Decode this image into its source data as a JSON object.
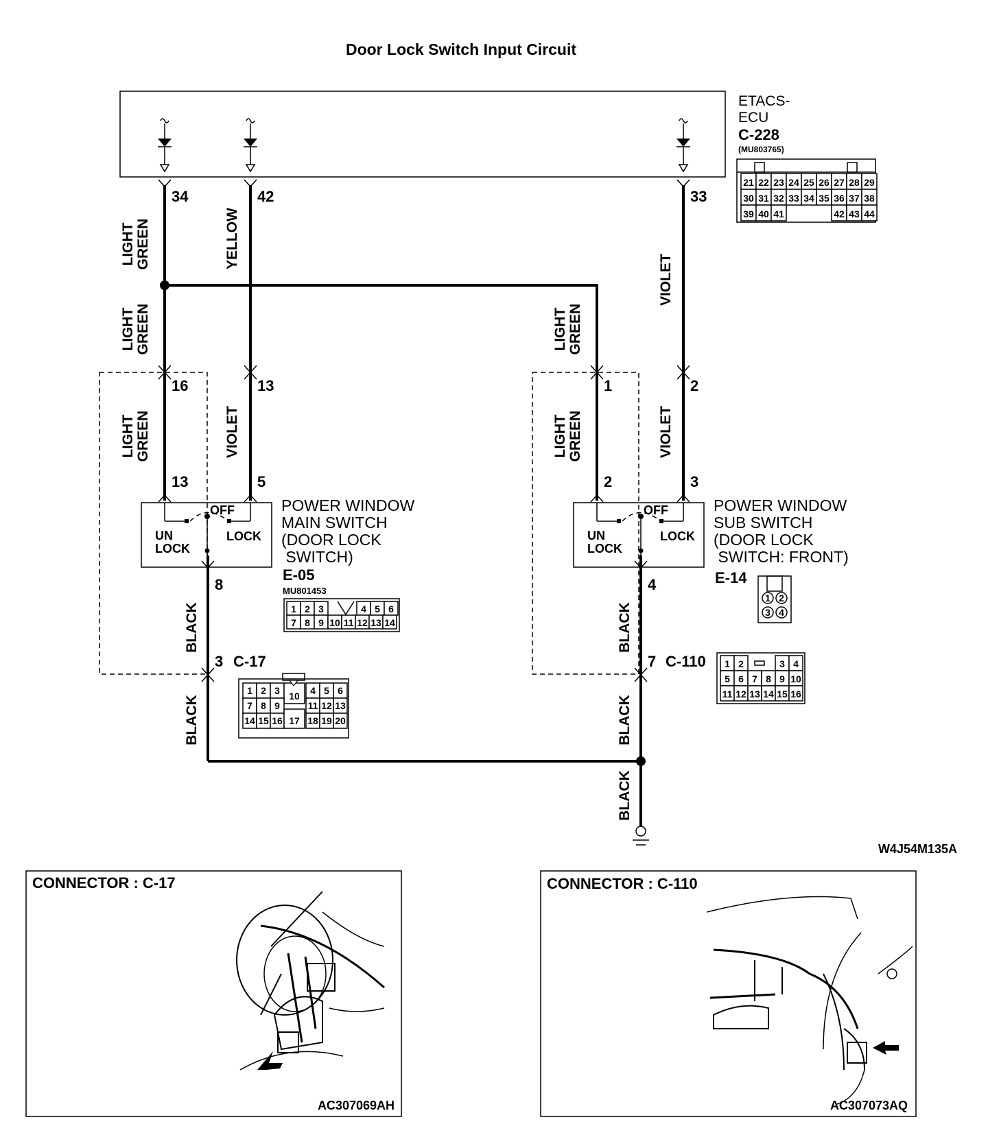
{
  "title": "Door Lock Switch Input Circuit",
  "ecu": {
    "name_line1": "ETACS-",
    "name_line2": "ECU",
    "connector": "C-228",
    "part": "(MU803765)",
    "pin_rows": [
      [
        "21",
        "22",
        "23",
        "24",
        "25",
        "26",
        "27",
        "28",
        "29"
      ],
      [
        "30",
        "31",
        "32",
        "33",
        "34",
        "35",
        "36",
        "37",
        "38"
      ],
      [
        "39",
        "40",
        "41",
        "",
        "",
        "",
        "42",
        "43",
        "44"
      ]
    ]
  },
  "ecu_pins": [
    "34",
    "42",
    "33"
  ],
  "wires": {
    "light_green": "LIGHT\nGREEN",
    "yellow": "YELLOW",
    "violet": "VIOLET",
    "black": "BLACK"
  },
  "main_switch": {
    "label_lines": [
      "POWER WINDOW",
      "MAIN SWITCH",
      "(DOOR LOCK",
      " SWITCH)"
    ],
    "connector": "E-05",
    "part": "MU801453",
    "pins_in": [
      "16",
      "13"
    ],
    "pins_switch": [
      "13",
      "5"
    ],
    "pin_out": "8",
    "states": {
      "off": "OFF",
      "unlock": "UN\nLOCK",
      "lock": "LOCK"
    },
    "pin_rows": [
      [
        "1",
        "2",
        "3",
        "",
        "4",
        "5",
        "6"
      ],
      [
        "7",
        "8",
        "9",
        "10",
        "11",
        "12",
        "13",
        "14"
      ]
    ]
  },
  "sub_switch": {
    "label_lines": [
      "POWER WINDOW",
      "SUB SWITCH",
      "(DOOR LOCK",
      " SWITCH: FRONT)"
    ],
    "connector": "E-14",
    "pins_in": [
      "1",
      "2"
    ],
    "pins_switch": [
      "2",
      "3"
    ],
    "pin_out": "4",
    "states": {
      "off": "OFF",
      "unlock": "UN\nLOCK",
      "lock": "LOCK"
    },
    "pin_rows": [
      [
        "1",
        "2"
      ],
      [
        "3",
        "4"
      ]
    ]
  },
  "c17": {
    "pin": "3",
    "connector": "C-17",
    "pin_rows": [
      [
        "1",
        "2",
        "3",
        "10",
        "4",
        "5",
        "6"
      ],
      [
        "7",
        "8",
        "9",
        "",
        "11",
        "12",
        "13"
      ],
      [
        "14",
        "15",
        "16",
        "17",
        "18",
        "19",
        "20"
      ]
    ]
  },
  "c110": {
    "pin": "7",
    "connector": "C-110",
    "pin_rows": [
      [
        "1",
        "2",
        "",
        "",
        "3",
        "4"
      ],
      [
        "5",
        "6",
        "7",
        "8",
        "9",
        "10"
      ],
      [
        "11",
        "12",
        "13",
        "14",
        "15",
        "16"
      ]
    ]
  },
  "diagram_id": "W4J54M135A",
  "panels": [
    {
      "title": "CONNECTOR : C-17",
      "image_id": "AC307069AH"
    },
    {
      "title": "CONNECTOR : C-110",
      "image_id": "AC307073AQ"
    }
  ]
}
